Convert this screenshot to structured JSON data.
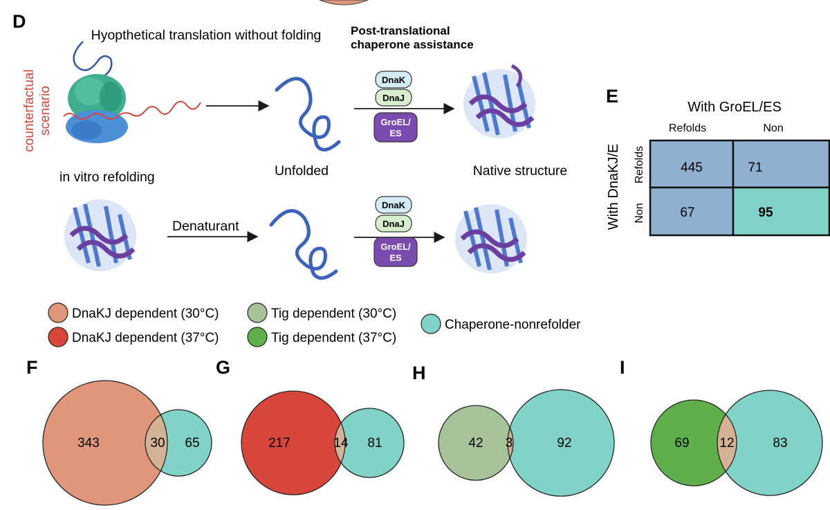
{
  "panel_d": {
    "letter": "D",
    "side_label_line1": "counterfactual",
    "side_label_line2": "scenario",
    "title_top": "Hyopthetical translation without folding",
    "post_line1": "Post-translational",
    "post_line2": "chaperone assistance",
    "refold_title": "in vitro refolding",
    "unfolded": "Unfolded",
    "native": "Native structure",
    "denaturant": "Denaturant",
    "chaperones": {
      "dnak": "DnaK",
      "dnaj": "DnaJ",
      "groel_line1": "GroEL/",
      "groel_line2": "ES"
    }
  },
  "panel_e": {
    "letter": "E",
    "col_title": "With GroEL/ES",
    "col_labels": [
      "Refolds",
      "Non"
    ],
    "row_title": "With DnaKJ/E",
    "row_labels": [
      "Refolds",
      "Non"
    ],
    "cells": [
      "445",
      "71",
      "67",
      "95"
    ],
    "colors": {
      "blue": "#8fb0cf",
      "teal": "#80d3c6"
    }
  },
  "legend": {
    "items": [
      {
        "label": "DnaKJ dependent (30°C)",
        "color": "#e0967a"
      },
      {
        "label": "DnaKJ dependent (37°C)",
        "color": "#d8453b"
      },
      {
        "label": "Tig dependent (30°C)",
        "color": "#a6c39a"
      },
      {
        "label": "Tig dependent (37°C)",
        "color": "#5fb04d"
      },
      {
        "label": "Chaperone-nonrefolder",
        "color": "#80d3c6"
      }
    ]
  },
  "venns": [
    {
      "letter": "F",
      "left": "343",
      "overlap": "30",
      "right": "65",
      "left_color": "#e0967a",
      "right_color": "#80d3c6"
    },
    {
      "letter": "G",
      "left": "217",
      "overlap": "14",
      "right": "81",
      "left_color": "#d8453b",
      "right_color": "#80d3c6"
    },
    {
      "letter": "H",
      "left": "42",
      "overlap": "3",
      "right": "92",
      "left_color": "#a6c39a",
      "right_color": "#80d3c6"
    },
    {
      "letter": "I",
      "left": "69",
      "overlap": "12",
      "right": "83",
      "left_color": "#5fb04d",
      "right_color": "#80d3c6"
    }
  ],
  "overlap_color": "#d4b295"
}
